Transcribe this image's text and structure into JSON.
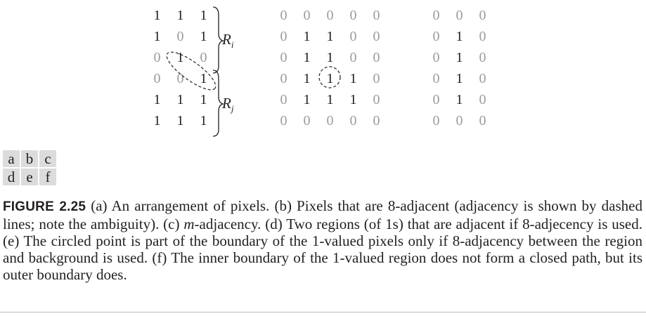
{
  "figure": {
    "matrix_d": [
      [
        "1",
        "1",
        "1"
      ],
      [
        "1",
        "0",
        "1"
      ],
      [
        "0",
        "1",
        "0"
      ],
      [
        "0",
        "0",
        "1"
      ],
      [
        "1",
        "1",
        "1"
      ],
      [
        "1",
        "1",
        "1"
      ]
    ],
    "matrix_e": [
      [
        "0",
        "0",
        "0",
        "0",
        "0"
      ],
      [
        "0",
        "1",
        "1",
        "0",
        "0"
      ],
      [
        "0",
        "1",
        "1",
        "0",
        "0"
      ],
      [
        "0",
        "1",
        "1",
        "1",
        "0"
      ],
      [
        "0",
        "1",
        "1",
        "1",
        "0"
      ],
      [
        "0",
        "0",
        "0",
        "0",
        "0"
      ]
    ],
    "matrix_f": [
      [
        "0",
        "0",
        "0"
      ],
      [
        "0",
        "1",
        "0"
      ],
      [
        "0",
        "1",
        "0"
      ],
      [
        "0",
        "1",
        "0"
      ],
      [
        "0",
        "1",
        "0"
      ],
      [
        "0",
        "0",
        "0"
      ]
    ],
    "region_labels": {
      "ri_base": "R",
      "ri_sub": "i",
      "rj_base": "R",
      "rj_sub": "j"
    },
    "panel_letters": [
      "a",
      "b",
      "c",
      "d",
      "e",
      "f"
    ]
  },
  "caption": {
    "label": "FIGURE 2.25",
    "part1": "  (a) An arrangement of pixels. (b) Pixels that are 8-adjacent (adjacency is shown by dashed lines; note the ambiguity). (c) ",
    "m_var": "m",
    "part2": "-adjacency. (d) Two regions (of 1s) that are adjacent if 8-adjecency is used. (e) The circled point is part of the boundary of the 1-valued pixels only if 8-adjacency between the region and background is used. (f) The inner boundary of the 1-valued region does not form a closed path, but its outer boundary does."
  },
  "colors": {
    "text": "#231f20",
    "zero_gray": "#9b9b9b",
    "panel_bg": "#dcdcdc"
  }
}
